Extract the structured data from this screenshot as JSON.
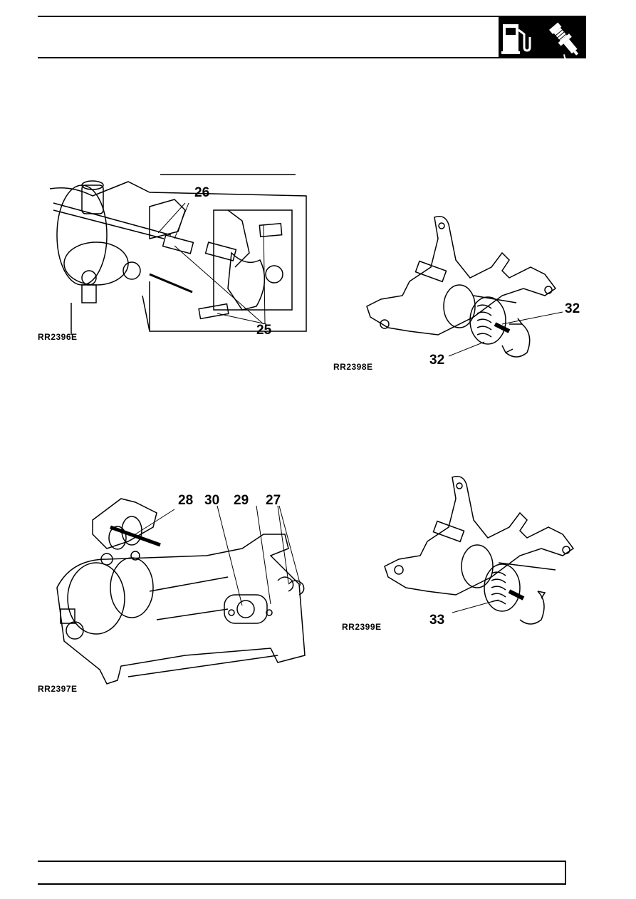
{
  "header": {
    "logo_icons": [
      "fuel-pump-icon",
      "spark-plug-icon"
    ]
  },
  "figures": [
    {
      "caption": "RR2396E",
      "callouts": [
        "26",
        "25"
      ]
    },
    {
      "caption": "RR2398E",
      "callouts": [
        "32",
        "32"
      ]
    },
    {
      "caption": "RR2397E",
      "callouts": [
        "28",
        "30",
        "29",
        "27"
      ]
    },
    {
      "caption": "RR2399E",
      "callouts": [
        "33"
      ]
    }
  ],
  "footer": {}
}
